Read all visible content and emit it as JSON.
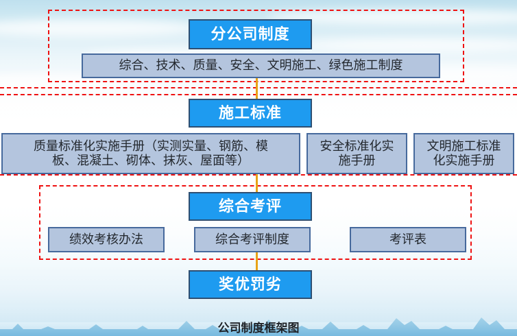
{
  "caption": {
    "text": "公司制度框架图"
  },
  "colors": {
    "primary_fill": "#1E9BF0",
    "primary_border": "#2E4F72",
    "secondary_fill": "#B4C5DE",
    "secondary_border": "#46699C",
    "group_frame": "#EE1111",
    "connector": "#E8A317",
    "sky": "#BFE0EE"
  },
  "sections": [
    {
      "id": "branch-system",
      "header": {
        "label": "分公司制度"
      },
      "items": [
        {
          "label": "综合、技术、质量、安全、文明施工、绿色施工制度"
        }
      ]
    },
    {
      "id": "construction-standard",
      "header": {
        "label": "施工标准"
      },
      "items": [
        {
          "label": "质量标准化实施手册（实测实量、钢筋、模\n板、混凝土、砌体、抹灰、屋面等）"
        },
        {
          "label": "安全标准化实\n施手册"
        },
        {
          "label": "文明施工标准\n化实施手册"
        }
      ]
    },
    {
      "id": "comprehensive-review",
      "header": {
        "label": "综合考评"
      },
      "items": [
        {
          "label": "绩效考核办法"
        },
        {
          "label": "综合考评制度"
        },
        {
          "label": "考评表"
        }
      ]
    },
    {
      "id": "reward-penalty",
      "header": {
        "label": "奖优罚劣"
      },
      "items": []
    }
  ]
}
